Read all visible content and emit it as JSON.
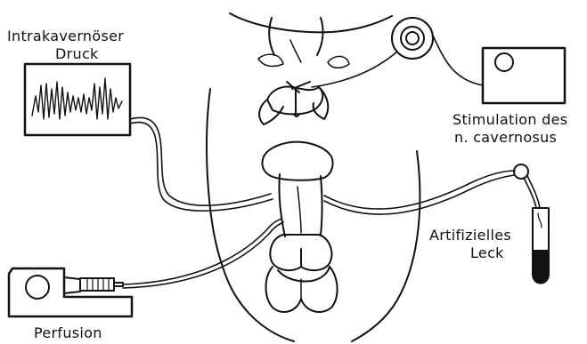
{
  "labels": {
    "pressure_line1": "Intrakavernöser",
    "pressure_line2": "Druck",
    "stimulation_line1": "Stimulation des",
    "stimulation_line2": "n. cavernosus",
    "leak_line1": "Artifizielles",
    "leak_line2": "Leck",
    "perfusion": "Perfusion"
  }
}
